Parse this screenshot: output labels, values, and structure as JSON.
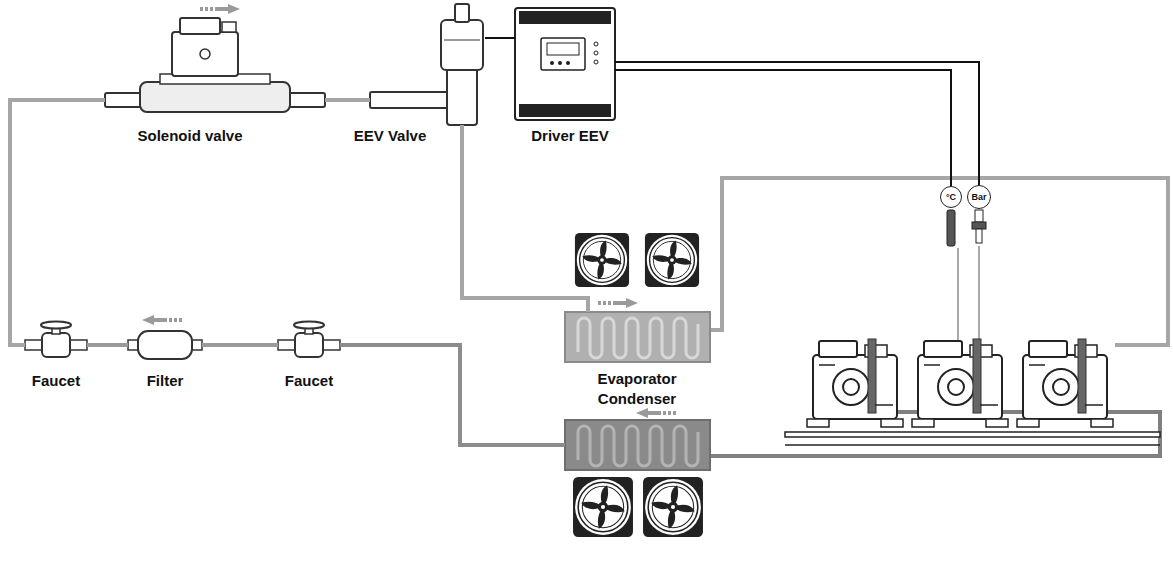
{
  "diagram": {
    "nodes": [
      {
        "text": [
          "Solenoid valve"
        ]
      },
      {
        "text": [
          "EEV Valve"
        ]
      },
      {
        "text": [
          "Driver EEV"
        ]
      },
      {
        "text": [
          "Faucet"
        ]
      },
      {
        "text": [
          "Filter"
        ]
      },
      {
        "text": [
          "Faucet"
        ]
      },
      {
        "text": [
          "Evaporator"
        ]
      },
      {
        "text": [
          "Condenser"
        ]
      },
      {
        "text": [
          "°C"
        ]
      },
      {
        "text": [
          "Bar"
        ]
      }
    ],
    "edges": [
      {
        "from": 7,
        "to": 5,
        "arrow": "none"
      },
      {
        "from": 5,
        "to": 4,
        "arrow": "none"
      },
      {
        "from": 4,
        "to": 3,
        "arrow": "none"
      },
      {
        "from": 3,
        "to": 0,
        "arrow": "none"
      },
      {
        "from": 0,
        "to": 1,
        "arrow": "none"
      },
      {
        "from": 1,
        "to": 6,
        "arrow": "none"
      },
      {
        "from": 2,
        "to": 1,
        "arrow": "none"
      },
      {
        "from": 2,
        "to": 8,
        "arrow": "none"
      },
      {
        "from": 2,
        "to": 9,
        "arrow": "none"
      }
    ]
  }
}
